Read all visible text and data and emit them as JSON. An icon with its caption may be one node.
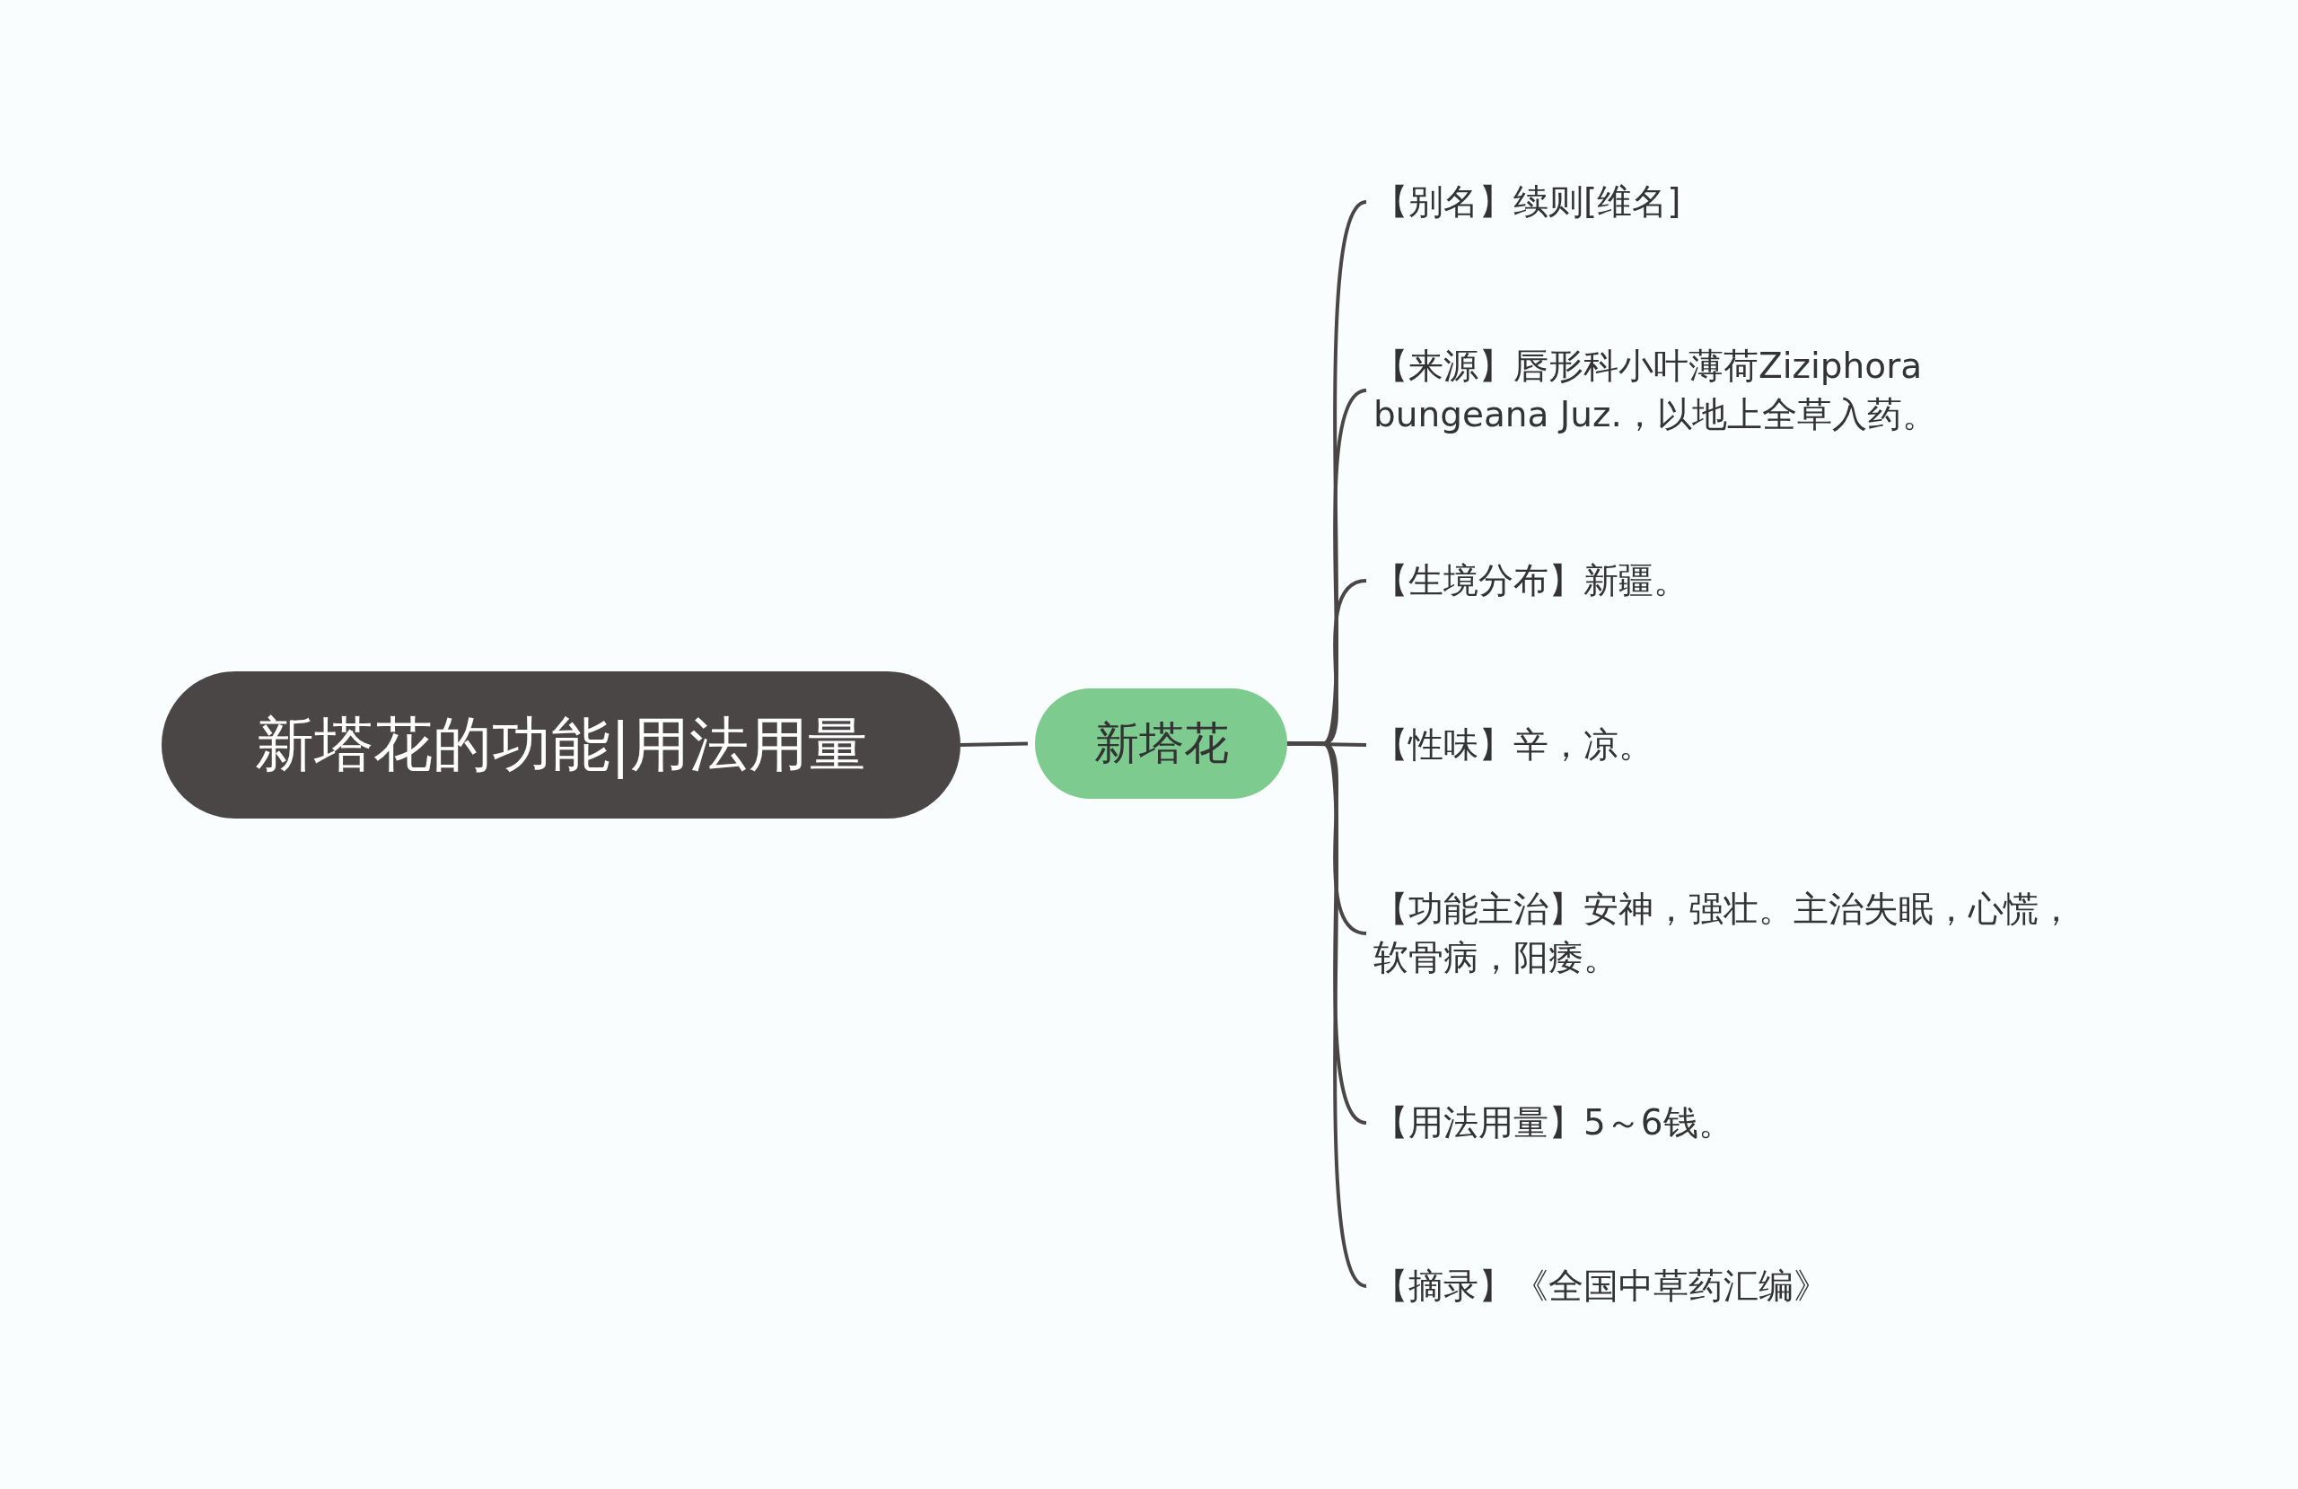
{
  "diagram": {
    "nodes": [
      {
        "text": [
          "新塔花的功能|用法用量"
        ]
      },
      {
        "text": [
          "新塔花"
        ]
      },
      {
        "text": [
          "【别名】续则[维名]"
        ]
      },
      {
        "text": [
          "【来源】唇形科小叶薄荷Ziziphora bungeana Juz.，以地上全草入药。"
        ]
      },
      {
        "text": [
          "【生境分布】新疆。"
        ]
      },
      {
        "text": [
          "【性味】辛，凉。"
        ]
      },
      {
        "text": [
          "【功能主治】安神，强壮。主治失眠，心慌，软骨病，阳痿。"
        ]
      },
      {
        "text": [
          "【用法用量】5～6钱。"
        ]
      },
      {
        "text": [
          "【摘录】《全国中草药汇编》"
        ]
      }
    ],
    "edges": [
      {
        "from": 0,
        "to": 1,
        "arrow": "none"
      },
      {
        "from": 1,
        "to": 2,
        "arrow": "none"
      },
      {
        "from": 1,
        "to": 3,
        "arrow": "none"
      },
      {
        "from": 1,
        "to": 4,
        "arrow": "none"
      },
      {
        "from": 1,
        "to": 5,
        "arrow": "none"
      },
      {
        "from": 1,
        "to": 6,
        "arrow": "none"
      },
      {
        "from": 1,
        "to": 7,
        "arrow": "none"
      },
      {
        "from": 1,
        "to": 8,
        "arrow": "none"
      }
    ]
  }
}
